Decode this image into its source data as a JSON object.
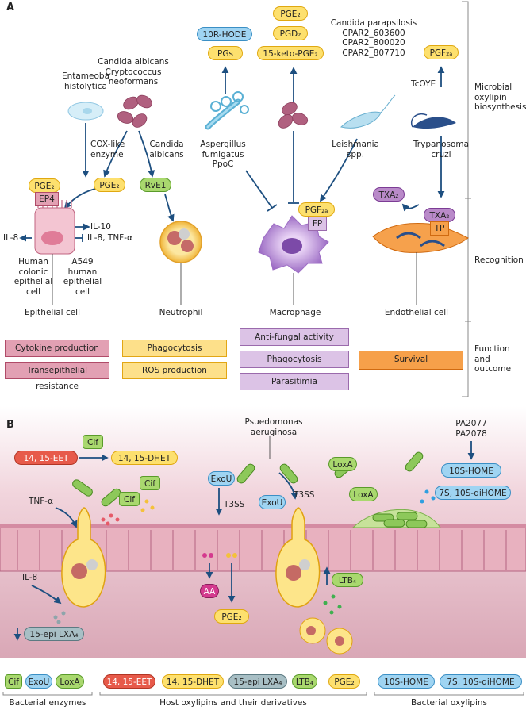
{
  "panels": {
    "a": "A",
    "b": "B"
  },
  "side_labels": {
    "microbial": [
      "Microbial",
      "oxylipin",
      "biosynthesis"
    ],
    "recognition": "Recognition",
    "function": [
      "Function",
      "and",
      "outcome"
    ]
  },
  "a": {
    "organisms": {
      "entameoba": [
        "Entameoba",
        "histolytica"
      ],
      "cox_like": [
        "COX-like",
        "enzyme"
      ],
      "candida_crypto": [
        "Candida albicans",
        "Cryptococcus",
        "neoformans"
      ],
      "candida2": [
        "Candida",
        "albicans"
      ],
      "aspergillus": [
        "Aspergillus",
        "fumigatus",
        "PpoC"
      ],
      "candida_para": [
        "Candida parapsilosis",
        "CPAR2_603600",
        "CPAR2_800020",
        "CPAR2_807710"
      ],
      "leishmania": [
        "Leishmania",
        "spp."
      ],
      "tcoye": "TcOYE",
      "trypanosoma": [
        "Trypanosoma",
        "cruzi"
      ]
    },
    "pills": {
      "pge2_epi": "PGE₂",
      "ep4": "EP4",
      "pge2_cand": "PGE₂",
      "rve1": "RvE1",
      "hode10r": "10R-HODE",
      "pgs": "PGs",
      "pge2_top": "PGE₂",
      "pgd2": "PGD₂",
      "keto": "15-keto-PGE₂",
      "pgf2a_top": "PGF₂ₐ",
      "pgf2a_mac": "PGF₂ₐ",
      "fp": "FP",
      "txa2_left": "TXA₂",
      "txa2_right": "TXA₂",
      "tp": "TP"
    },
    "epi_outputs": {
      "il10": "IL-10",
      "il8tnf": "IL-8, TNF-α",
      "il8": "IL-8"
    },
    "cells": {
      "human_colonic": [
        "Human",
        "colonic",
        "epithelial",
        "cell"
      ],
      "a549": [
        "A549",
        "human",
        "epithelial",
        "cell"
      ],
      "epithelial": "Epithelial cell",
      "neutrophil": "Neutrophil",
      "macrophage": "Macrophage",
      "endothelial": "Endothelial cell"
    },
    "outcomes": {
      "cytokine": "Cytokine production",
      "transepithelial": "Transepithelial resistance",
      "phagocytosis_y": "Phagocytosis",
      "ros": "ROS production",
      "antifungal": "Anti-fungal activity",
      "phagocytosis_p": "Phagocytosis",
      "parasitimia": "Parasitimia",
      "survival": "Survival"
    }
  },
  "b": {
    "eet": "14, 15-EET",
    "dhet": "14, 15-DHET",
    "cif": "Cif",
    "tnfa": "TNF-α",
    "il8": "IL-8",
    "epi_lxa4": "15-epi LXA₄",
    "exou": "ExoU",
    "t3ss": "T3SS",
    "pseudo": [
      "Psuedomonas",
      "aeruginosa"
    ],
    "aa": "AA",
    "pge2": "PGE₂",
    "ltb4": "LTB₄",
    "loxa": "LoxA",
    "pa": [
      "PA2077",
      "PA2078"
    ],
    "home10s": "10S-HOME",
    "dihome": "7S, 10S-diHOME"
  },
  "legend": {
    "bacterial_enzymes": {
      "label": "Bacterial enzymes",
      "items": [
        "Cif",
        "ExoU",
        "LoxA"
      ]
    },
    "host": {
      "label": "Host oxylipins and their derivatives",
      "items": [
        "14, 15-EET",
        "14, 15-DHET",
        "15-epi LXA₄",
        "LTB₄",
        "PGE₂"
      ]
    },
    "bacterial_oxylipins": {
      "label": "Bacterial oxylipins",
      "items": [
        "10S-HOME",
        "7S, 10S-diHOME"
      ]
    }
  }
}
